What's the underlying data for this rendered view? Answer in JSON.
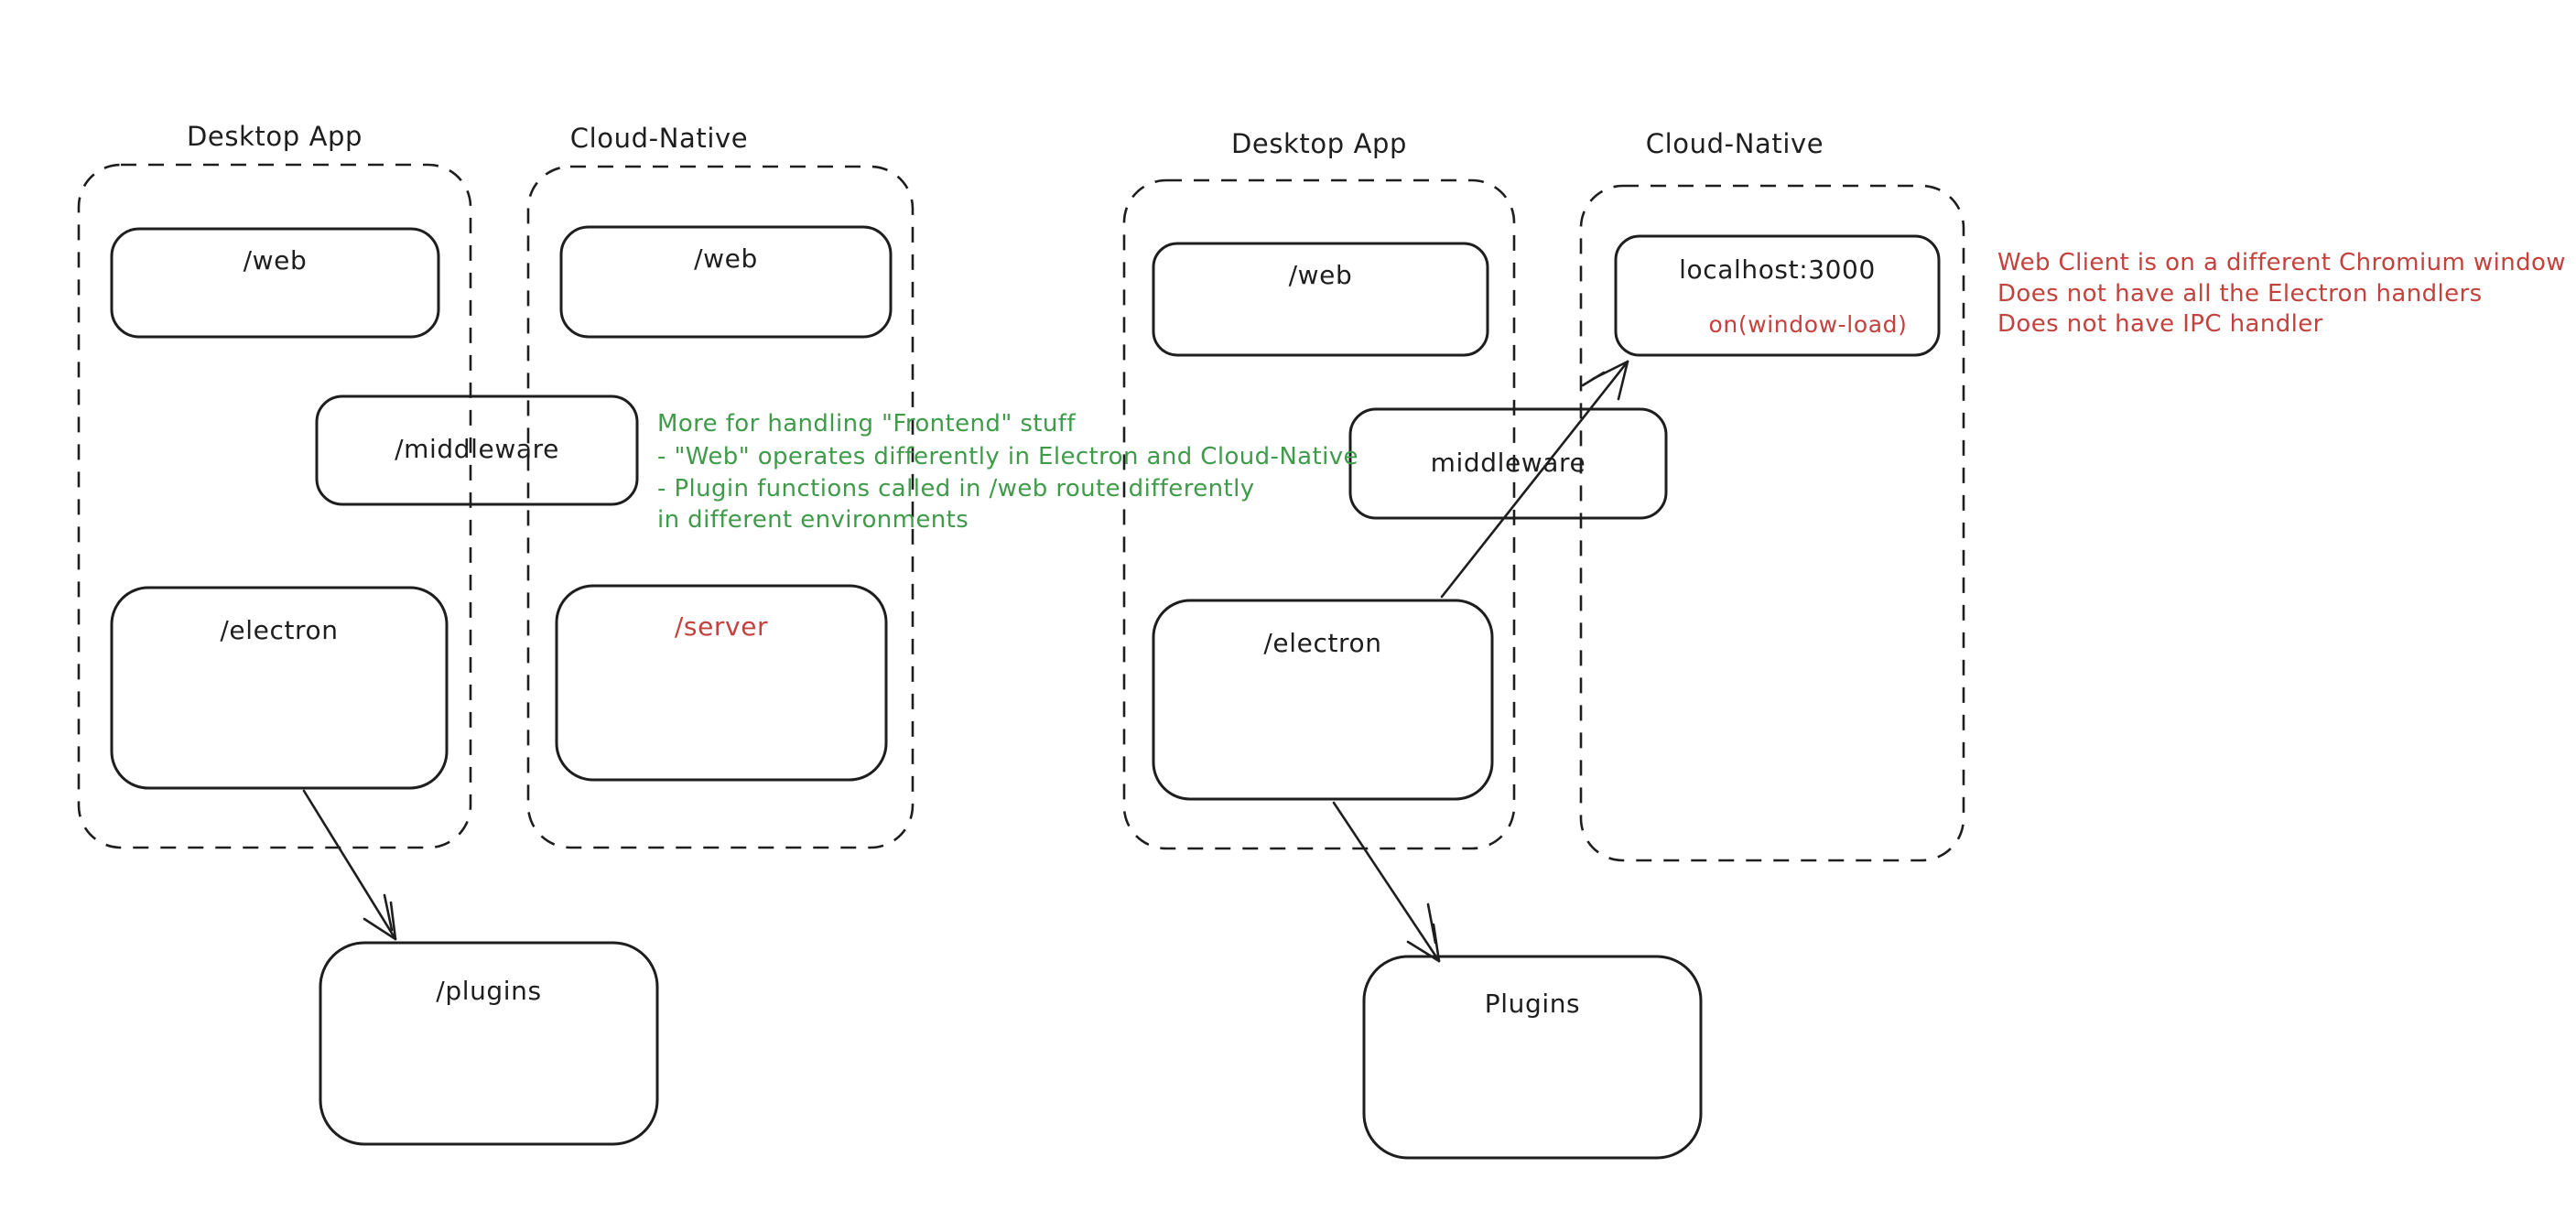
{
  "diagram": {
    "colors": {
      "stroke": "#1e1e1e",
      "red": "#c4423d",
      "green": "#3f9b4a",
      "background": "#ffffff"
    },
    "left": {
      "desktop": {
        "title": "Desktop App",
        "web": "/web",
        "electron": "/electron"
      },
      "cloud": {
        "title": "Cloud-Native",
        "web": "/web",
        "server": "/server"
      },
      "middleware": "/middleware",
      "plugins": "/plugins",
      "green_note": {
        "line1": "More for handling \"Frontend\" stuff",
        "line2": "- \"Web\" operates differently in Electron and Cloud-Native",
        "line3": "- Plugin functions called in /web route differently",
        "line4": "in different environments"
      }
    },
    "right": {
      "desktop": {
        "title": "Desktop App",
        "web": "/web",
        "electron": "/electron"
      },
      "cloud": {
        "title": "Cloud-Native",
        "localhost": "localhost:3000",
        "on_window_load": "on(window-load)"
      },
      "middleware": "middleware",
      "plugins": "Plugins",
      "red_note": {
        "line1": "Web Client is on a different Chromium window",
        "line2": "Does not have all the Electron handlers",
        "line3": "Does not have IPC handler"
      }
    }
  }
}
